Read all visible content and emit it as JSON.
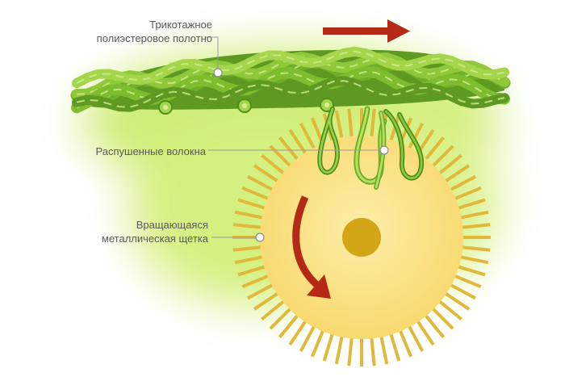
{
  "labels": {
    "fabric_line1": "Трикотажное",
    "fabric_line2": "полиэстеровое полотно",
    "fibers": "Распушенные волокна",
    "brush_line1": "Вращающаяся",
    "brush_line2": "металлическая щетка"
  },
  "colors": {
    "glow": "#b8e34a",
    "fiber_light": "#8fc93a",
    "fiber_mid": "#6fae2a",
    "fiber_dark": "#3f7f18",
    "brush_body": "#fbe38a",
    "brush_teeth": "#e1b93a",
    "brush_hub": "#d4a514",
    "arrow_red": "#b52a17",
    "leader_line": "#9a9a9a"
  }
}
